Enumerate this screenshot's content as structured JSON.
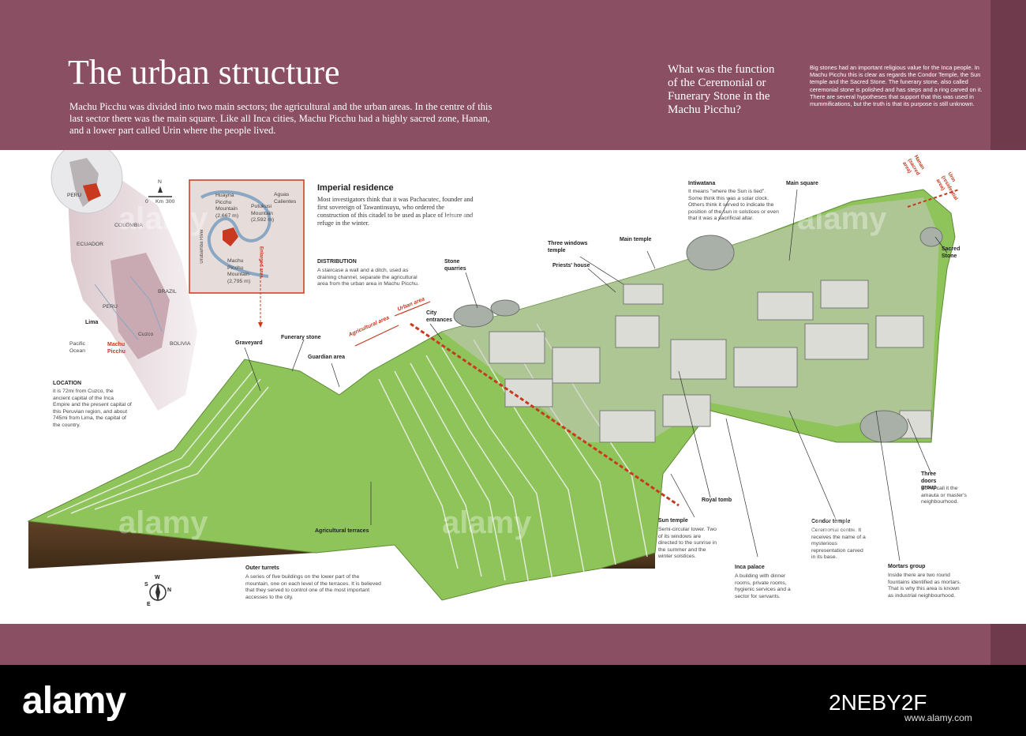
{
  "colors": {
    "band": "#8a4f63",
    "band_dark": "#6e3a4c",
    "accent_red": "#c8391f",
    "grass": "#8ec45a",
    "soil": "#6b4a2b"
  },
  "header": {
    "title": "The urban structure",
    "intro": "Machu Picchu was divided into two main sectors; the agricultural and the urban areas. In the centre of this last sector there was the main square. Like all Inca cities, Machu Picchu had a highly sacred zone, Hanan, and a lower part called Urin where the people lived.",
    "question_title": "What was the function of the Ceremonial or Funerary Stone in the Machu Picchu?",
    "question_text": "Big stones had an important religious value for the Inca people. In Machu Picchu this is clear as regards the Condor Temple, the Sun temple and the Sacred Stone. The funerary stone, also called ceremonial stone is polished and has steps and a ring carved on it. There are several hypotheses that support that this was used in mummifications, but the truth is that its purpose is still unknown."
  },
  "map": {
    "country_globe": "PERU",
    "countries": [
      "COLOMBIA",
      "ECUADOR",
      "PERU",
      "BRAZIL",
      "BOLIVIA"
    ],
    "places": [
      "Lima",
      "Cuzco",
      "Machu Picchu",
      "Pacific Ocean"
    ],
    "scale_labels": [
      "N",
      "0",
      "Km",
      "300"
    ],
    "inset": {
      "huayna": "Huayna Picchu Mountain (2,667 m)",
      "putukusi": "Putukusi Mountain (2,592 m)",
      "aguas": "Aguas Calientes",
      "machu": "Machu Picchu Mountain (2,795 m)",
      "river": "Urubamba River",
      "enlarged": "Enlarged area"
    }
  },
  "location": {
    "label": "LOCATION",
    "text": "it is 72mi from Cuzco, the ancient capital of the Inca Empire and the present capital of this Peruvian region, and about 745mi from Lima, the capital of the country."
  },
  "imperial": {
    "title": "Imperial residence",
    "text": "Most investigators think that it was Pachacutec, founder and first sovereign of Tawantinsuyu, who ordered the construction of this citadel to be used as place of leisure and refuge in the winter."
  },
  "distribution": {
    "label": "DISTRIBUTION",
    "text": "A staircase a wall and a ditch, used as draining channel, separate the agricultural area from the urban area in Machu Picchu."
  },
  "labels": {
    "graveyard": "Graveyard",
    "funerary": "Funerary stone",
    "guardian": "Guardian area",
    "stone_quarries": "Stone quarries",
    "city_entrances": "City entrances",
    "urban_area": "Urban area",
    "agricultural_area": "Agricultural area",
    "three_windows": "Three windows temple",
    "priests": "Priests' house",
    "main_temple": "Main temple",
    "intiwatana": "Intiwatana",
    "intiwatana_text": "It means \"where the Sun is tied\". Some think this was a solar clock. Others think it served to indicate the position of the sun in solstices or even that it was a sacrificial altar.",
    "main_square": "Main square",
    "hanan": "Hanan (sacred area)",
    "urin": "Urin (residential area)",
    "sacred_stone": "Sacred Stone",
    "agricultural_terraces": "Agricultural terraces",
    "outer_turrets": "Outer turrets",
    "outer_turrets_text": "A series of five buildings on the lower part of the mountain, one on each level of the terraces. It is believed that they served to control one of the most important accesses to the city.",
    "royal_tomb": "Royal tomb",
    "sun_temple": "Sun temple",
    "sun_temple_text": "Semi-circular tower. Two of its windows are directed to the sunrise in the summer and the winter solstices.",
    "inca_palace": "Inca palace",
    "inca_palace_text": "A building with dinner rooms, private rooms, hygienic services and a sector for servants.",
    "condor": "Condor temple",
    "condor_text": "Ceremonial centre. It receives the name of a mysterious representation carved in its base.",
    "mortars": "Mortars group",
    "mortars_text": "Inside there are two round fountains identified as mortars. That is why this area is known as industrial neighbourhood.",
    "three_doors": "Three doors group",
    "three_doors_text": "Some call it the amauta or master's neighbourhood."
  },
  "compass": [
    "N",
    "E",
    "S",
    "W"
  ],
  "watermark": "alamy",
  "footer": {
    "logo": "alamy",
    "image_id": "2NEBY2F",
    "site": "www.alamy.com"
  }
}
